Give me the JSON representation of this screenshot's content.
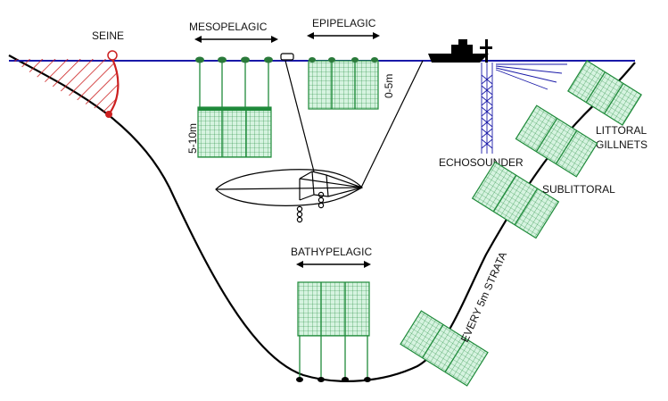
{
  "labels": {
    "seine": "SEINE",
    "mesopelagic": "MESOPELAGIC",
    "epipelagic": "EPIPELAGIC",
    "epi_depth": "0-5m",
    "meso_depth": "5-10m",
    "echosounder": "ECHOSOUNDER",
    "littoral_line1": "LITTORAL",
    "littoral_line2": "GILLNETS",
    "sublittoral": "SUBLITTORAL",
    "strata": "EVERY 5m STRATA",
    "bathypelagic": "BATHYPELAGIC"
  },
  "colors": {
    "water_surface": "#1a1aa8",
    "net_green": "#1f8a3a",
    "net_fill": "#ccf0d8",
    "seine_red": "#cc1f1f",
    "lake_bed": "#000000"
  },
  "icons": {
    "boat": "boat-icon",
    "trawl": "trawl-net-icon",
    "float": "float-icon"
  }
}
